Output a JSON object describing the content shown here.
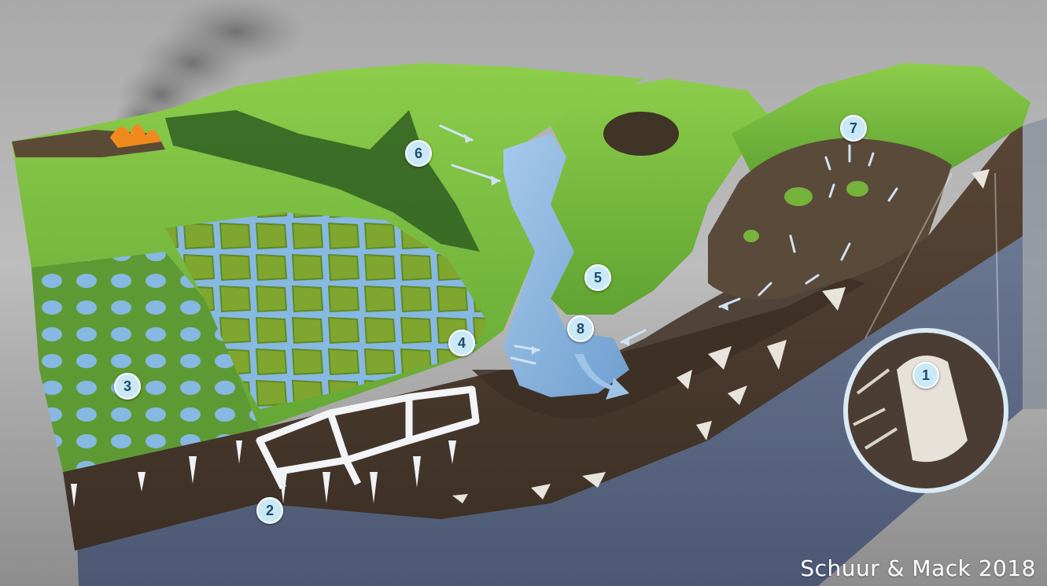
{
  "credit": "Schuur & Mack 2018",
  "markers": {
    "m1": "1",
    "m2": "2",
    "m3": "3",
    "m4": "4",
    "m5": "5",
    "m6": "6",
    "m7": "7",
    "m8": "8"
  },
  "colors": {
    "grass": "#7bbf3e",
    "grass_dark": "#4f8f2a",
    "water": "#8fb9e0",
    "soil": "#4a3a2e",
    "bedrock": "#5a6a86",
    "ice": "#f2f4f7",
    "fire": "#f08a1c",
    "marker_fill": "#c9e9f6"
  }
}
